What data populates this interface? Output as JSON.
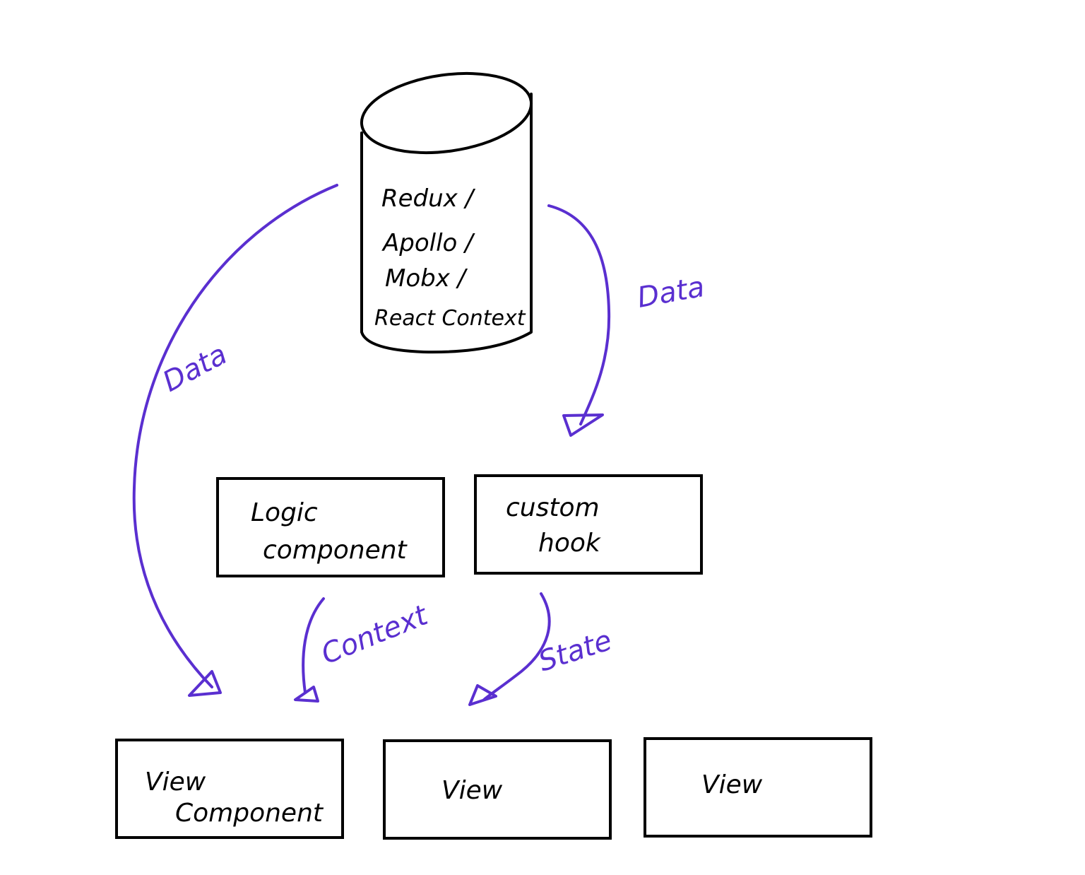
{
  "colors": {
    "ink": "#000000",
    "accent": "#5a2fd0",
    "background": "#ffffff"
  },
  "store": {
    "lines": [
      "Redux /",
      "Apollo /",
      "Mobx /",
      "React Context"
    ]
  },
  "nodes": {
    "logic": {
      "lines": [
        "Logic",
        "component"
      ]
    },
    "hook": {
      "lines": [
        "custom",
        "hook"
      ]
    },
    "view_component": {
      "lines": [
        "View",
        "Component"
      ]
    },
    "view_a": {
      "lines": [
        "View"
      ]
    },
    "view_b": {
      "lines": [
        "View"
      ]
    }
  },
  "edges": {
    "store_to_view": {
      "label": "Data"
    },
    "store_to_hook": {
      "label": "Data"
    },
    "logic_to_view": {
      "label": "Context"
    },
    "hook_to_view": {
      "label": "State"
    }
  }
}
